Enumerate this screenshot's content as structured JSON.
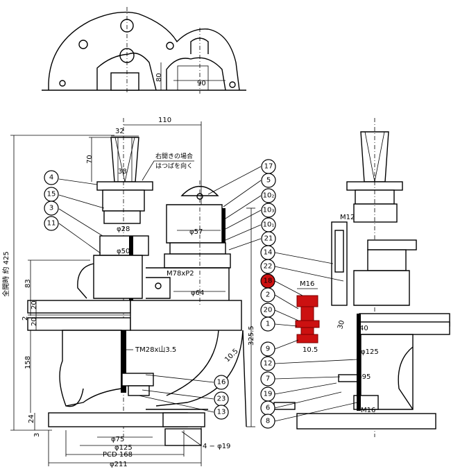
{
  "top_view": {
    "dim_90": "90",
    "dim_80": "80"
  },
  "dimensions": {
    "d32": "32",
    "d110": "110",
    "d70": "70",
    "d38": "38",
    "phi28": "φ28",
    "phi57": "φ57",
    "phi50": "φ50",
    "m78": "M78xP2",
    "phi64": "φ64",
    "d425": "全開時 約 425",
    "d83": "83",
    "d20a": "20",
    "d2": "2",
    "d20b": "20",
    "d158": "158",
    "d24": "24",
    "d3": "3",
    "tm28": "TM28x山3.5",
    "d10_5": "10.5",
    "d325_5": "325.5",
    "phi75": "φ75",
    "phi125": "φ125",
    "pcd168": "PCD 168",
    "phi211": "φ211",
    "bolt_4_phi19": "4 − φ19",
    "m12": "M12",
    "m16_top": "M16",
    "d30": "30",
    "d40": "40",
    "d10_5b": "10.5",
    "phi125_right": "φ125",
    "phi95": "φ95",
    "m16_bottom": "M16"
  },
  "note": {
    "line1": "右開きの場合",
    "line2": "はつばを向く"
  },
  "callouts_left": [
    "4",
    "15",
    "3",
    "11"
  ],
  "callouts_top_right": [
    "17",
    "5",
    "10₂",
    "10₃",
    "10₁",
    "21"
  ],
  "callouts_bottom_center": [
    "16",
    "23",
    "13"
  ],
  "callouts_right_column": [
    "14",
    "22",
    "18",
    "2",
    "20",
    "1",
    "9",
    "12",
    "7",
    "19",
    "6",
    "8"
  ],
  "highlight": {
    "part": "18",
    "color": "#cc1111"
  }
}
